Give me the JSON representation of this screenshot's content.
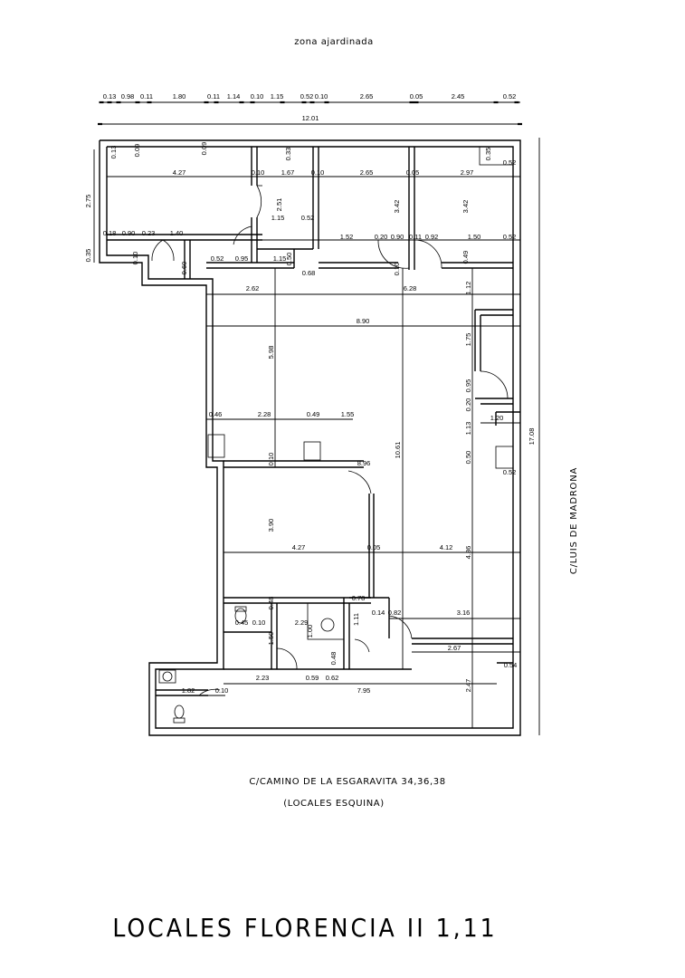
{
  "labels": {
    "garden": "zona ajardinada",
    "street_right": "C/LUIS DE MADRONA",
    "street_bottom": "C/CAMINO DE LA ESGARAVITA 34,36,38",
    "subtitle": "(LOCALES ESQUINA)",
    "title": "LOCALES FLORENCIA II 1,11"
  },
  "dims": {
    "top_row": [
      "0.13",
      "0.98",
      "0.11",
      "1.80",
      "0.11",
      "1.14",
      "0.10",
      "1.15",
      "0.52",
      "0.10",
      "2.65",
      "0.05",
      "2.45",
      "0.52"
    ],
    "overall_width": "12.01",
    "overall_height": "17.08",
    "left_275": "2.75",
    "left_035": "0.35",
    "d_013": "0.13",
    "d_009a": "0.09",
    "d_009b": "0.09",
    "d_033": "0.33",
    "d_035": "0.35",
    "d_427a": "4.27",
    "d_010a": "0.10",
    "d_167": "1.67",
    "d_010b": "0.10",
    "d_265": "2.65",
    "d_005a": "0.05",
    "d_297": "2.97",
    "d_052a": "0.52",
    "d_251": "2.51",
    "d_342a": "3.42",
    "d_342b": "3.42",
    "d_115a": "1.15",
    "d_052b": "0.52",
    "d_018": "0.18",
    "d_090a": "0.90",
    "d_023": "0.23",
    "d_140": "1.40",
    "d_152": "1.52",
    "d_020a": "0.20",
    "d_090b": "0.90",
    "d_011": "0.11",
    "d_092": "0.92",
    "d_150": "1.50",
    "d_052c": "0.52",
    "d_010c": "0.10",
    "d_060": "0.60",
    "d_052d": "0.52",
    "d_095a": "0.95",
    "d_115b": "1.15",
    "d_050a": "0.50",
    "d_010d": "0.10",
    "d_049a": "0.49",
    "d_068": "0.68",
    "d_262": "2.62",
    "d_628": "6.28",
    "d_112": "1.12",
    "d_890": "8.90",
    "d_598": "5.98",
    "d_175": "1.75",
    "d_095b": "0.95",
    "d_020b": "0.20",
    "d_046": "0.46",
    "d_228": "2.28",
    "d_049b": "0.49",
    "d_155": "1.55",
    "d_113": "1.13",
    "d_120": "1.20",
    "d_1061": "10.61",
    "d_010e": "0.10",
    "d_896": "8.96",
    "d_050b": "0.50",
    "d_052e": "0.52",
    "d_390": "3.90",
    "d_427b": "4.27",
    "d_005b": "0.05",
    "d_412": "4.12",
    "d_486": "4.86",
    "d_048a": "0.48",
    "d_078": "0.78",
    "d_045": "0.45",
    "d_010f": "0.10",
    "d_229": "2.29",
    "d_111": "1.11",
    "d_014": "0.14",
    "d_082": "0.82",
    "d_316": "3.16",
    "d_150b": "1.50",
    "d_100": "1.00",
    "d_048b": "0.48",
    "d_267": "2.67",
    "d_054": "0.54",
    "d_223": "2.23",
    "d_059": "0.59",
    "d_062": "0.62",
    "d_182": "1.82",
    "d_010g": "0.10",
    "d_795": "7.95",
    "d_247": "2.47"
  }
}
